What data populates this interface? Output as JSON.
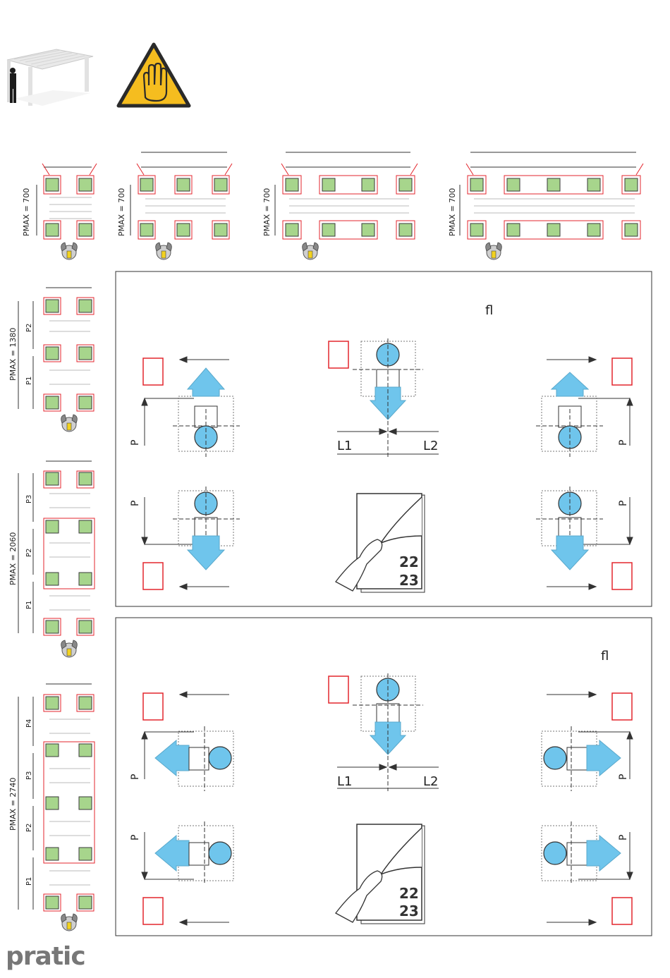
{
  "top_labels": [
    "PMAX = 700",
    "PMAX = 700",
    "PMAX = 700",
    "PMAX = 700"
  ],
  "left_labels": {
    "pmax_1380": "PMAX = 1380",
    "pmax_2060": "PMAX = 2060",
    "pmax_2740": "PMAX = 2740",
    "p1": "P1",
    "p2": "P2",
    "p3": "P3",
    "p4": "P4"
  },
  "panel1": {
    "symbol": "ﬂ",
    "p": "P",
    "l1": "L1",
    "l2": "L2",
    "page_a": "22",
    "page_b": "23"
  },
  "panel2": {
    "symbol": "ﬂ",
    "p": "P",
    "l1": "L1",
    "l2": "L2",
    "page_a": "22",
    "page_b": "23"
  },
  "brand": "pratic",
  "colors": {
    "accent_green": "#a7d58c",
    "frame_red": "#e3262d",
    "arrow_blue": "#6fc5ec",
    "warning_yellow": "#f5bd1f"
  },
  "icons": [
    "pergola-icon",
    "warning-hand-icon",
    "wrench-icon",
    "page-turn-icon"
  ]
}
